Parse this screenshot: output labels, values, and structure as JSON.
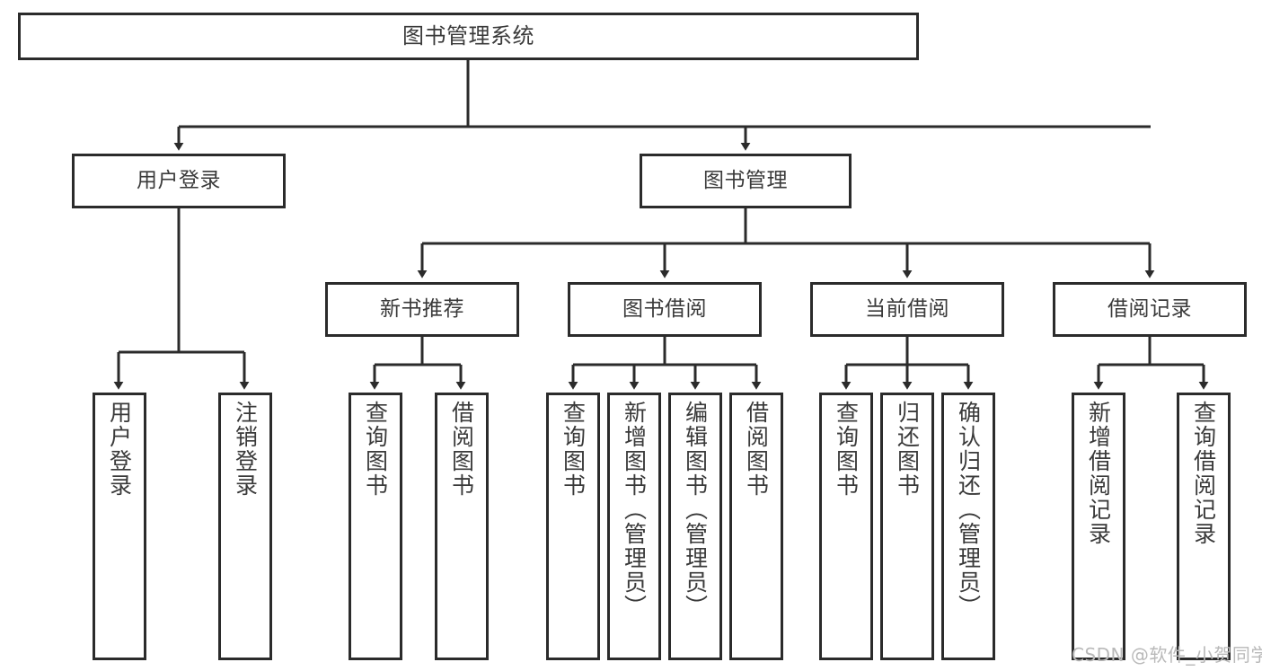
{
  "diagram": {
    "title": "图书管理系统",
    "type": "tree-hierarchy-diagram",
    "colors": {
      "box_border": "#2b2b2b",
      "box_fill": "#ffffff",
      "line": "#2b2b2b",
      "text": "#3a3a3a",
      "watermark": "#b9b9b9",
      "background": "#ffffff"
    },
    "root": {
      "label": "图书管理系统"
    },
    "level2": [
      {
        "label": "用户登录"
      },
      {
        "label": "图书管理"
      }
    ],
    "level3": [
      {
        "label": "新书推荐"
      },
      {
        "label": "图书借阅"
      },
      {
        "label": "当前借阅"
      },
      {
        "label": "借阅记录"
      }
    ],
    "leaves": {
      "user_login": [
        {
          "label": "用户登录"
        },
        {
          "label": "注销登录"
        }
      ],
      "new_book_recommend": [
        {
          "label": "查询图书"
        },
        {
          "label": "借阅图书"
        }
      ],
      "book_borrow": [
        {
          "label": "查询图书"
        },
        {
          "label": "新增图书（管理员）"
        },
        {
          "label": "编辑图书（管理员）"
        },
        {
          "label": "借阅图书"
        }
      ],
      "current_borrow": [
        {
          "label": "查询图书"
        },
        {
          "label": "归还图书"
        },
        {
          "label": "确认归还（管理员）"
        }
      ],
      "borrow_record": [
        {
          "label": "新增借阅记录"
        },
        {
          "label": "查询借阅记录"
        }
      ]
    },
    "watermark": "CSDN @软件_小贺同学"
  }
}
